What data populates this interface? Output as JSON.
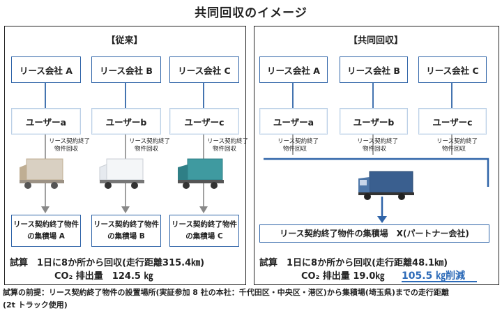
{
  "title": "共同回収のイメージ",
  "left": {
    "header": "【従来】",
    "companies": [
      "リース会社 A",
      "リース会社 B",
      "リース会社 C"
    ],
    "users": [
      "ユーザーa",
      "ユーザーb",
      "ユーザーc"
    ],
    "collect_note": [
      "リース契約終了",
      "物件回収"
    ],
    "destinations": [
      [
        "リース契約終了物件",
        "の集積場 A"
      ],
      [
        "リース契約終了物件",
        "の集積場 B"
      ],
      [
        "リース契約終了物件",
        "の集積場 C"
      ]
    ],
    "calc_line1": "試算　1日に8か所から回収(走行距離315.4㎞)",
    "calc_line2": "CO₂ 排出量　124.5 ㎏"
  },
  "right": {
    "header": "【共同回収】",
    "companies": [
      "リース会社 A",
      "リース会社 B",
      "リース会社 C"
    ],
    "users": [
      "ユーザーa",
      "ユーザーb",
      "ユーザーc"
    ],
    "collect_note": [
      "リース契約終了",
      "物件回収"
    ],
    "destination": "リース契約終了物件の集積場　X(パートナー会社)",
    "calc_line1": "試算　1日に8か所から回収(走行距離48.1㎞)",
    "calc_line2": "CO₂ 排出量 19.0㎏",
    "reduction": "105.5 ㎏削減"
  },
  "footnote_line1": "試算の前提：リース契約終了物件の設置場所(実証参加 8 社の本社：千代田区・中央区・港区)から集積場(埼玉県)までの走行距離",
  "footnote_line2": "(2t トラック使用)",
  "colors": {
    "line": "#2f64a8",
    "accent": "#2d6bb8",
    "truck_blue": "#3a5f8f",
    "truck_teal": "#2f7f86",
    "truck_beige": "#bfae93"
  },
  "icons": [
    "truck-icon"
  ]
}
